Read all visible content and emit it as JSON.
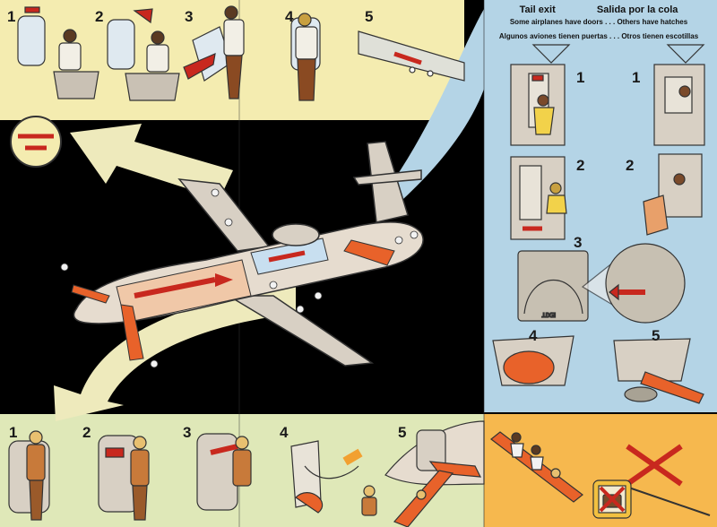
{
  "tail_exit": {
    "title_en": "Tail exit",
    "title_es": "Salida por la cola",
    "note_en": "Some airplanes have doors . . . Others have hatches",
    "note_es": "Algunos aviones tienen puertas . . . Otros tienen escotillas",
    "steps": [
      "1",
      "1",
      "2",
      "2",
      "3",
      "4",
      "5"
    ]
  },
  "top_panel": {
    "steps": [
      "1",
      "2",
      "3",
      "4",
      "5"
    ]
  },
  "bottom_panel": {
    "steps": [
      "1",
      "2",
      "3",
      "4",
      "5"
    ]
  },
  "exit_label": "EXIT",
  "colors": {
    "top_panel": "#f4ecb0",
    "right_panel": "#b4d4e6",
    "bottom_panel": "#dfe8b8",
    "slide_panel": "#f6b84e",
    "background": "#000000",
    "arrow_red": "#c8281e",
    "slide_orange": "#e8622a"
  },
  "icons": [
    "evacuation-slide-icon",
    "no-baggage-icon"
  ]
}
